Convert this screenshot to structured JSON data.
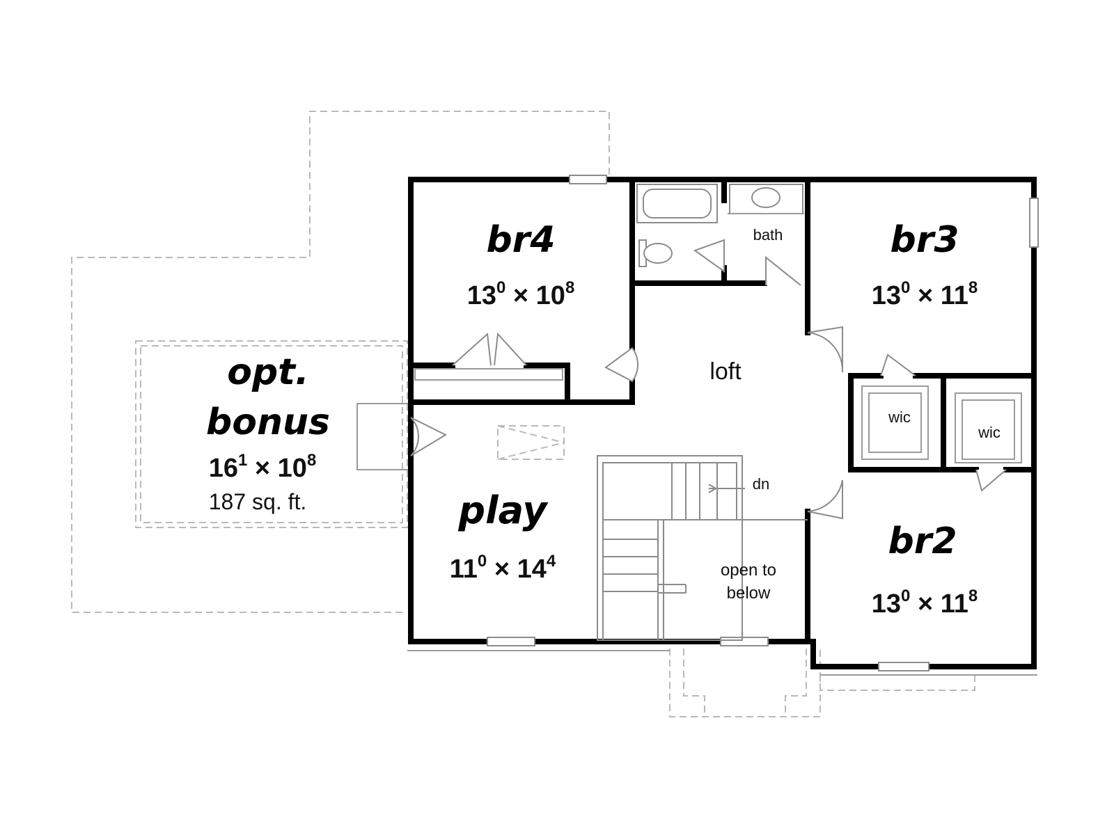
{
  "rooms": {
    "br4": {
      "name": "br4",
      "dim_a": "13",
      "sup_a": "0",
      "sep": " × ",
      "dim_b": "10",
      "sup_b": "8"
    },
    "br3": {
      "name": "br3",
      "dim_a": "13",
      "sup_a": "0",
      "sep": " × ",
      "dim_b": "11",
      "sup_b": "8"
    },
    "br2": {
      "name": "br2",
      "dim_a": "13",
      "sup_a": "0",
      "sep": " × ",
      "dim_b": "11",
      "sup_b": "8"
    },
    "play": {
      "name": "play",
      "dim_a": "11",
      "sup_a": "0",
      "sep": " × ",
      "dim_b": "14",
      "sup_b": "4"
    },
    "bonus": {
      "name_line1": "opt.",
      "name_line2": "bonus",
      "dim_a": "16",
      "sup_a": "1",
      "sep": " × ",
      "dim_b": "10",
      "sup_b": "8",
      "area": "187 sq. ft."
    },
    "bath": {
      "name": "bath"
    },
    "loft": {
      "name": "loft"
    },
    "wic_left": {
      "name": "wic"
    },
    "wic_right": {
      "name": "wic"
    },
    "open": {
      "line1": "open to",
      "line2": "below"
    }
  },
  "stairs": {
    "label": "dn"
  }
}
